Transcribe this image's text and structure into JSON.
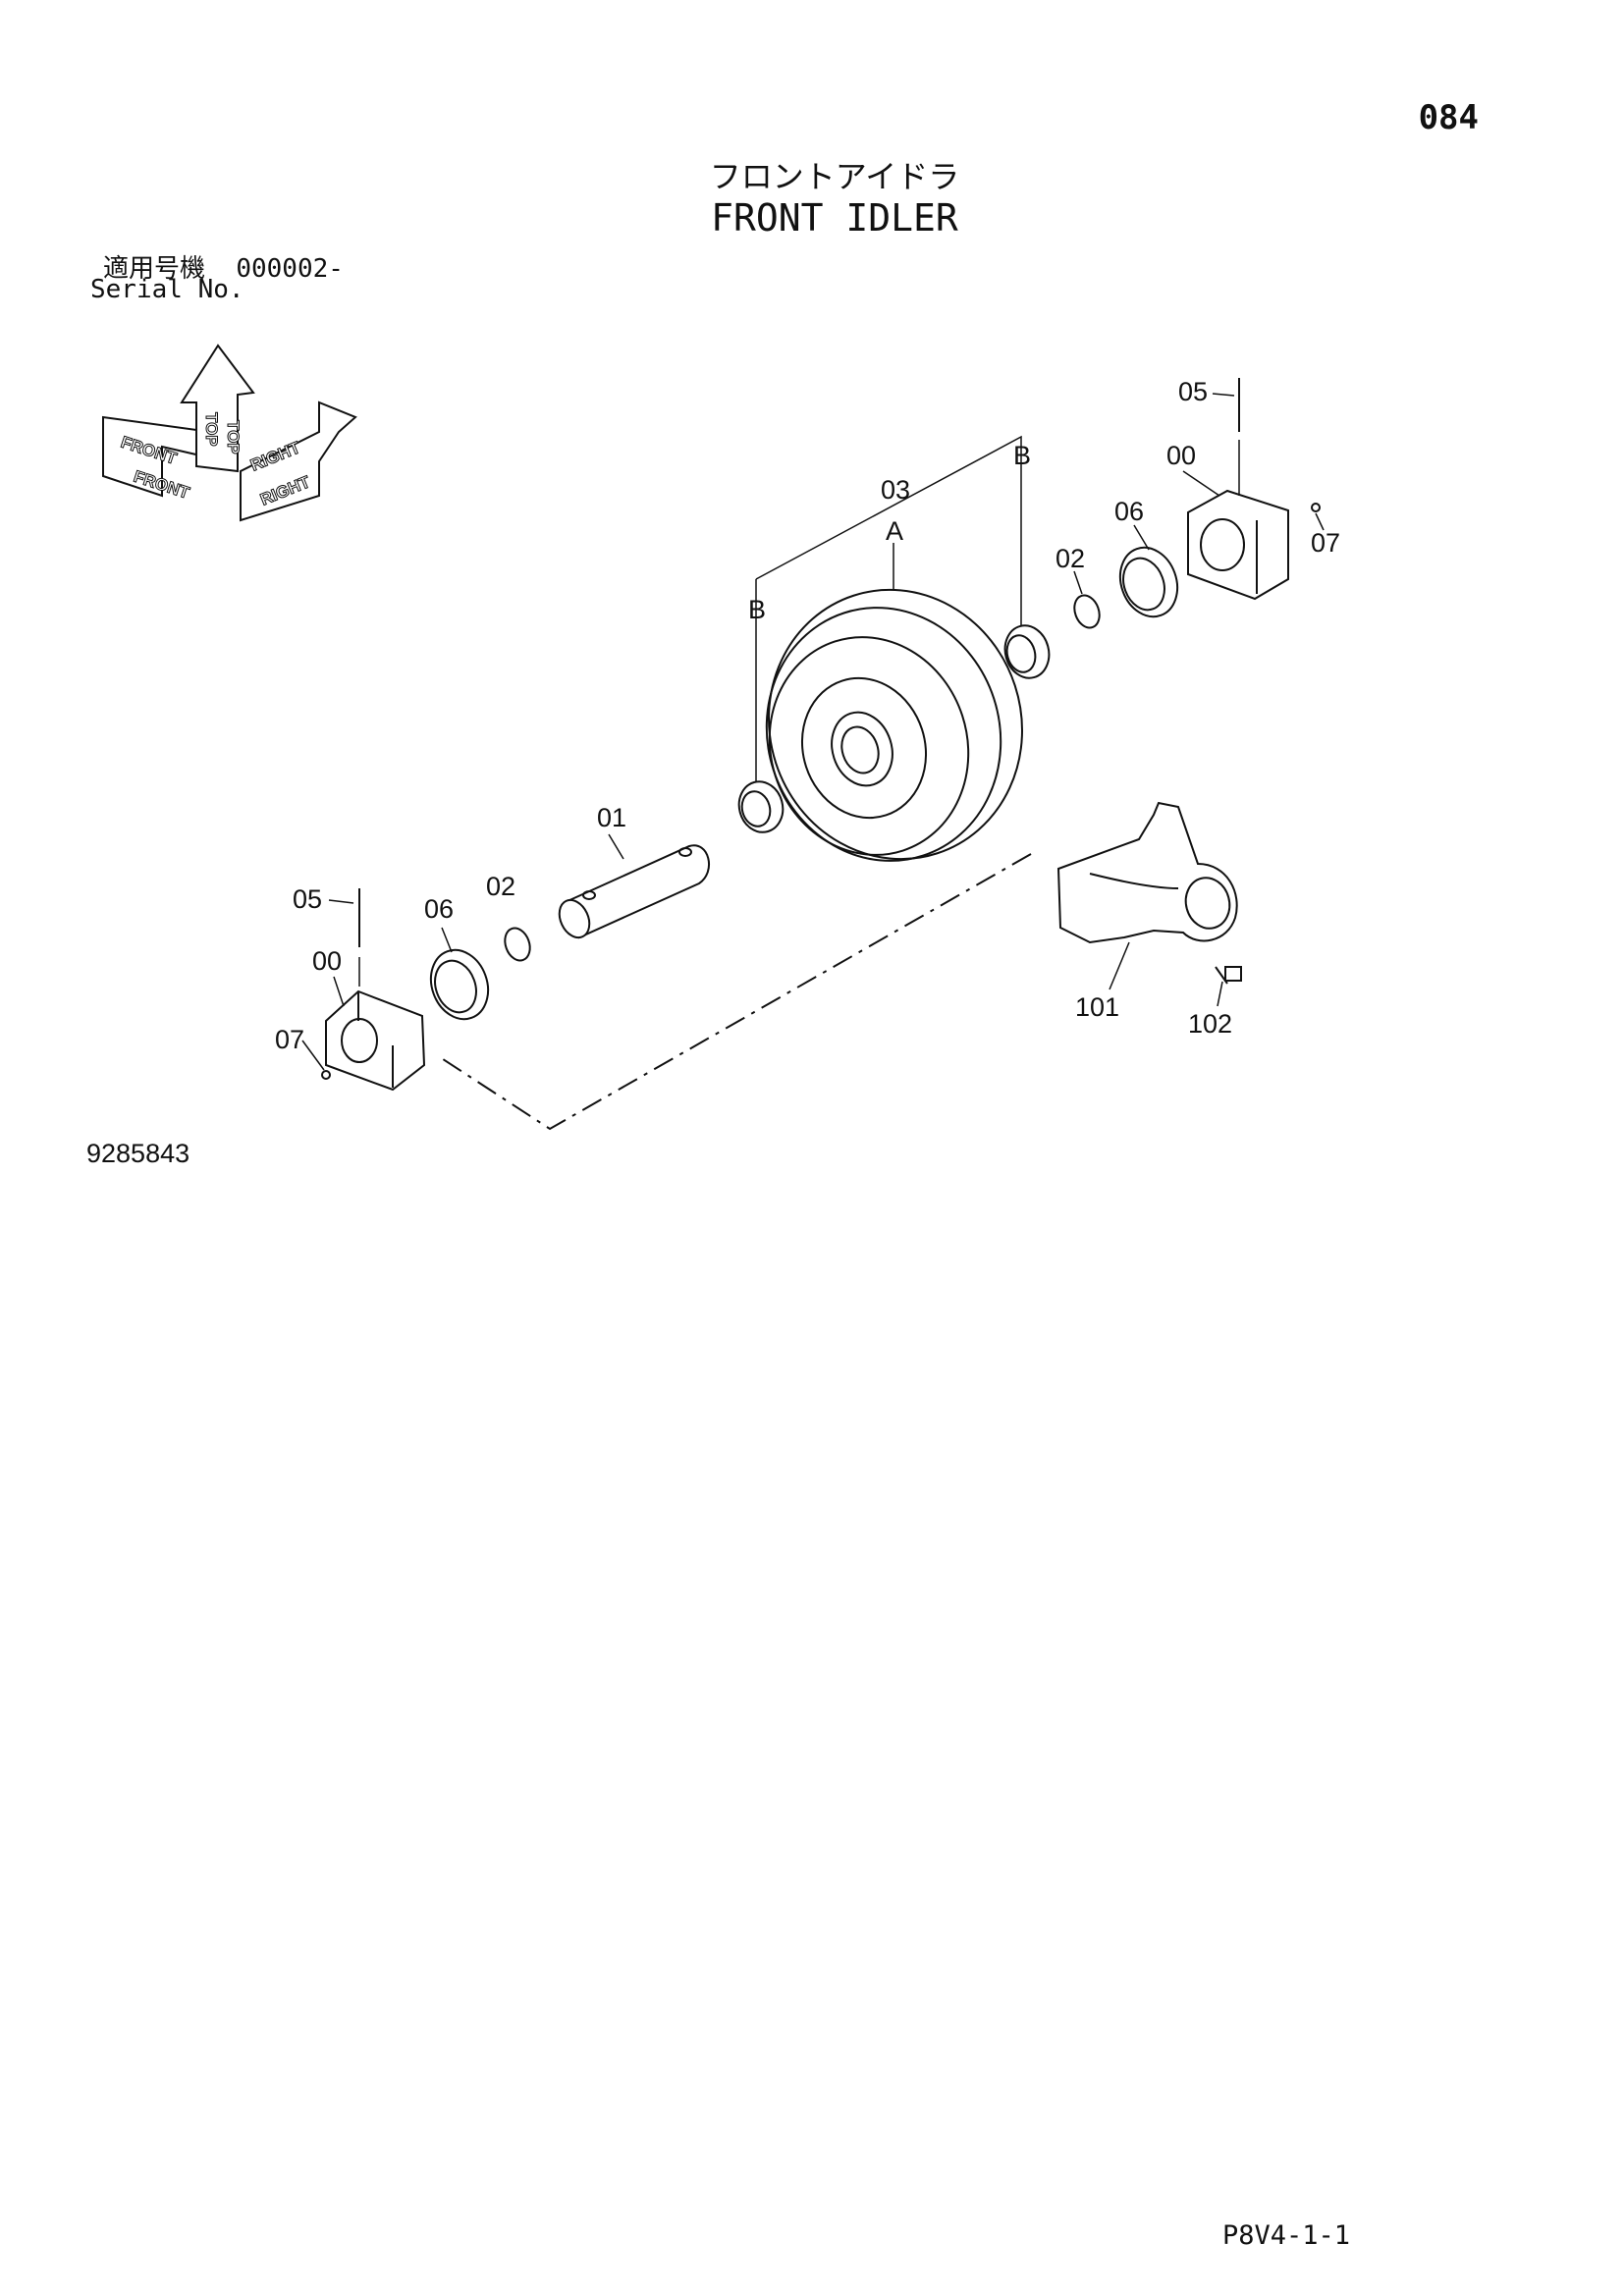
{
  "page_number": "084",
  "title_jp": "フロントアイドラ",
  "title_en": "FRONT IDLER",
  "serial_label_jp": "適用号機",
  "serial_value": "000002-",
  "serial_label_en": "Serial No.",
  "drawing_number": "9285843",
  "sheet_code": "P8V4-1-1",
  "orientation": {
    "front": "FRONT",
    "top": "TOP",
    "right": "RIGHT"
  },
  "callouts": {
    "c05_right": "05",
    "c00_right": "00",
    "c07_right": "07",
    "c06_right": "06",
    "c02_right": "02",
    "c03": "03",
    "cA": "A",
    "cB_right": "B",
    "cB_left": "B",
    "c01": "01",
    "c05_left": "05",
    "c06_left": "06",
    "c02_left": "02",
    "c00_left": "00",
    "c07_left": "07",
    "c101": "101",
    "c102": "102"
  }
}
